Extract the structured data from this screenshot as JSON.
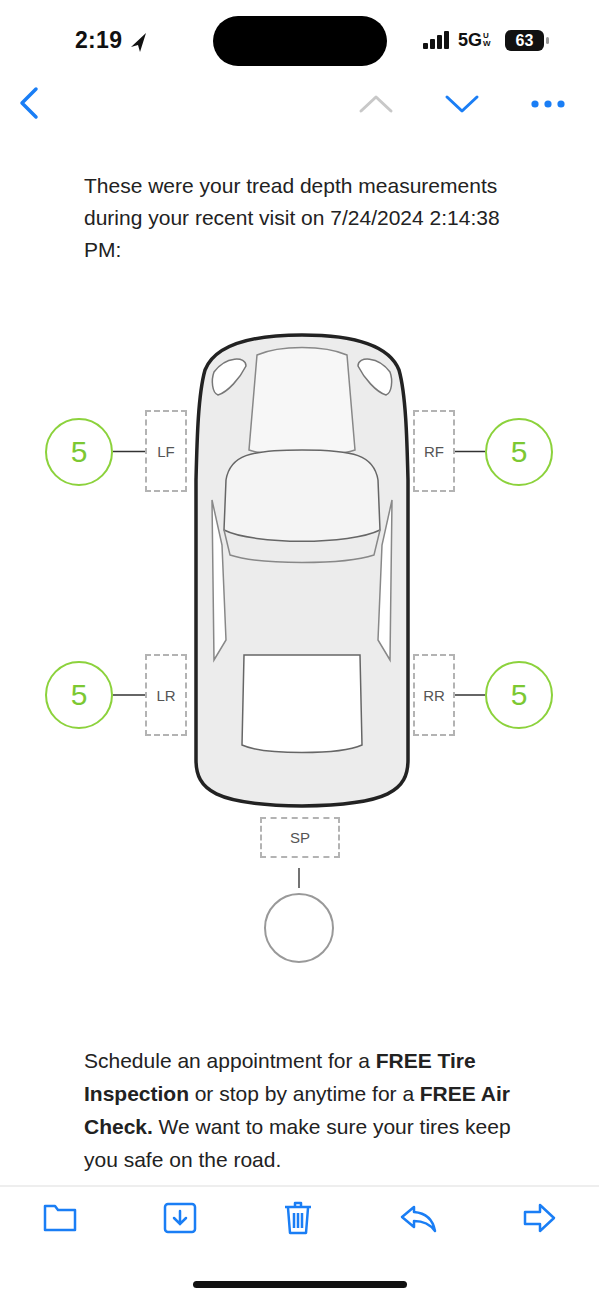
{
  "diagram": {
    "nodes": [
      {
        "text": [
          "5"
        ]
      },
      {
        "text": [
          "LF"
        ]
      },
      {
        "text": [
          "RF"
        ]
      },
      {
        "text": [
          "5"
        ]
      },
      {
        "text": [
          "5"
        ]
      },
      {
        "text": [
          "LR"
        ]
      },
      {
        "text": [
          "RR"
        ]
      },
      {
        "text": [
          "5"
        ]
      },
      {
        "text": [
          "SP"
        ]
      }
    ],
    "edges": [
      {
        "from": 0,
        "to": 1,
        "arrow": "none"
      },
      {
        "from": 3,
        "to": 2,
        "arrow": "none"
      },
      {
        "from": 4,
        "to": 5,
        "arrow": "none"
      },
      {
        "from": 7,
        "to": 6,
        "arrow": "none"
      }
    ],
    "labels": [
      "2:19",
      "5G",
      "UW",
      "63",
      "These were your tread depth measurements during your recent visit on 7/24/2024 2:14:38 PM:",
      "Schedule an appointment for a",
      "FREE Tire Inspection",
      "or stop by anytime for a",
      "FREE Air Check.",
      "We want to make sure your tires keep you safe on the road."
    ]
  }
}
